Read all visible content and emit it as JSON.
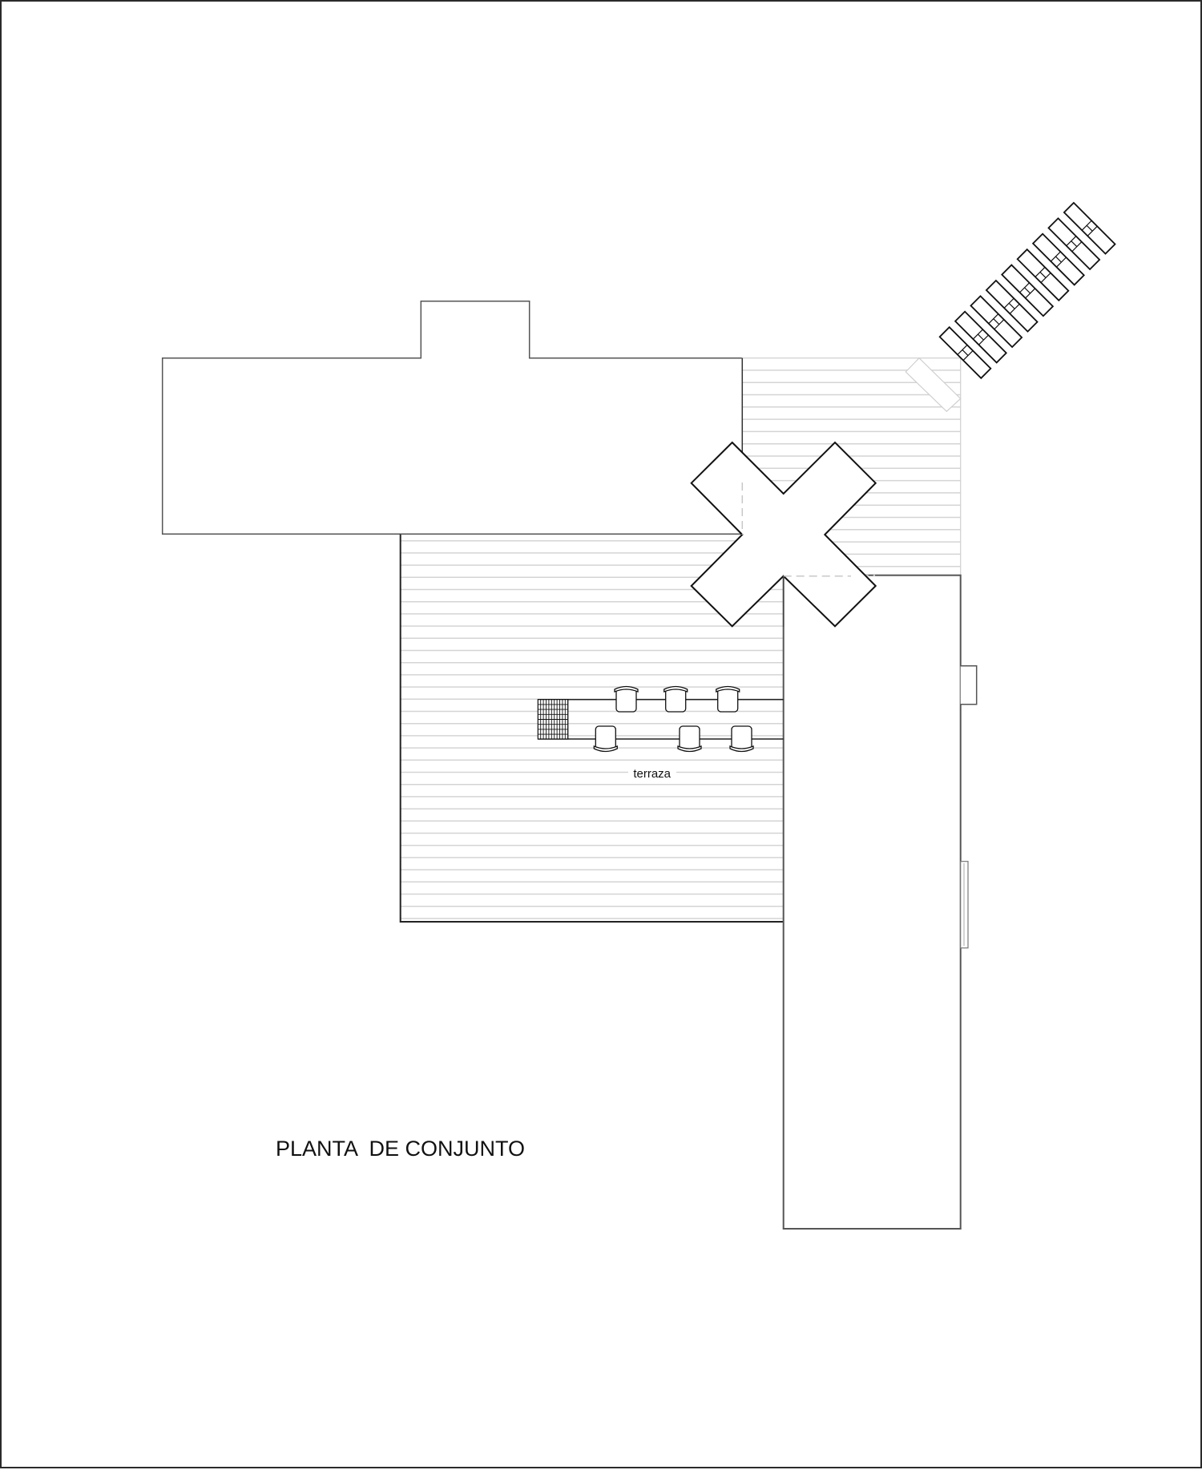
{
  "drawing": {
    "title": "PLANTA  DE CONJUNTO",
    "terrace_label": "terraza"
  },
  "colors": {
    "border": "#2b2b2b",
    "wall": "#555555",
    "strong_line": "#111111",
    "deck_line": "#d4d4d4",
    "dashed_line": "#c8c8c8",
    "background": "#ffffff"
  },
  "elements": {
    "left_building": "main building volume with rear bump",
    "upper_deck": "wooden deck with boarding lines",
    "terrace": "terrace with boarding lines, bar counter and six stools",
    "cross_skylight": "X-shaped element at building junction",
    "right_building": "long wing with side projection and window",
    "plank_stack": "nine stacked planks on diagonal",
    "stools_count": 6
  }
}
